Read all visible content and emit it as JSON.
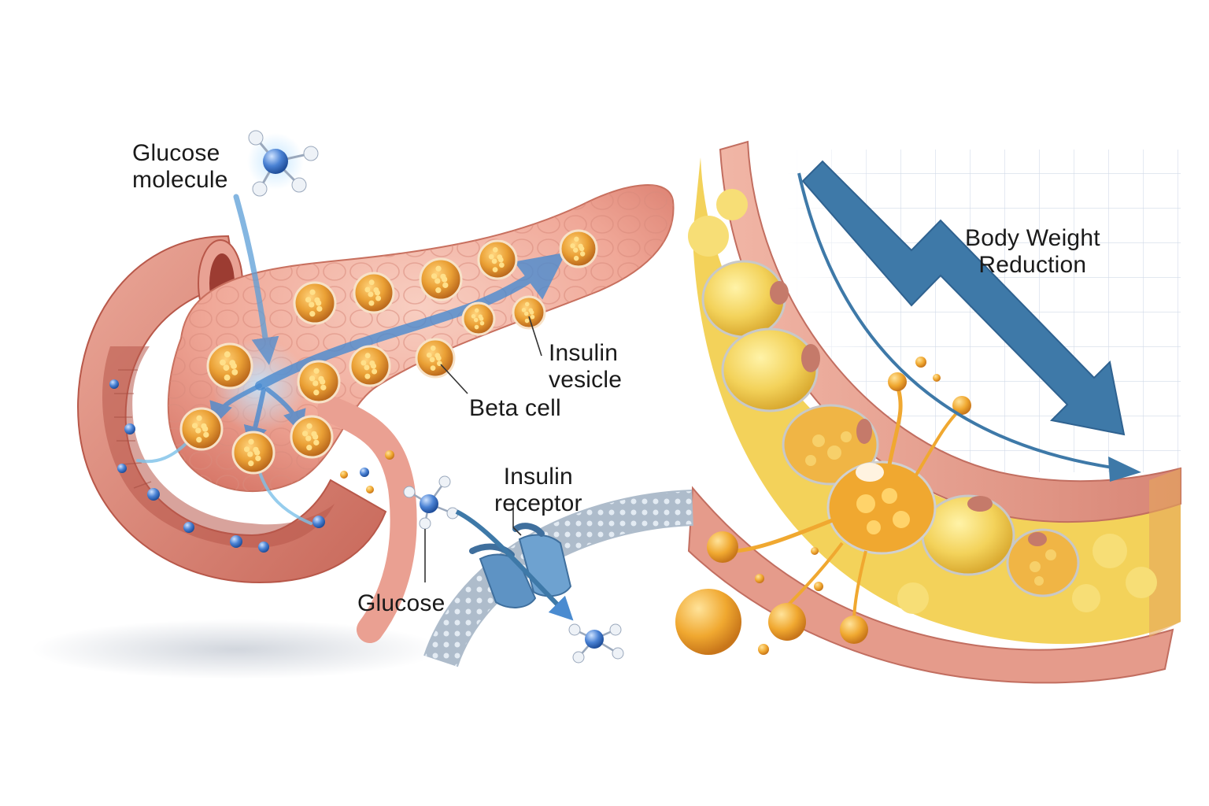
{
  "labels": {
    "glucose_molecule": "Glucose\nmolecule",
    "insulin_vesicle": "Insulin\nvesicle",
    "beta_cell": "Beta cell",
    "insulin_receptor": "Insulin\nreceptor",
    "glucose": "Glucose",
    "body_weight_reduction": "Body Weight\nReduction"
  },
  "colors": {
    "pancreas": "#f2b0a0",
    "pancreas_dark": "#d9786a",
    "duodenum": "#e69a8c",
    "vesicle": "#e89a2a",
    "glucose_blue": "#3a6fc0",
    "flow_blue": "#5b9ed8",
    "fat": "#f3d25a",
    "tissue": "#e8a08f",
    "receptor": "#5e93c4",
    "membrane": "#c9d6e3",
    "trend_arrow": "#3e79a8",
    "grid": "#c9d4e4",
    "text": "#1a1a1a"
  },
  "icons": [
    "glucose-molecule-icon",
    "insulin-vesicle-icon",
    "beta-cell-icon",
    "insulin-receptor-icon",
    "fat-cell-icon",
    "downward-trend-arrow-icon"
  ]
}
